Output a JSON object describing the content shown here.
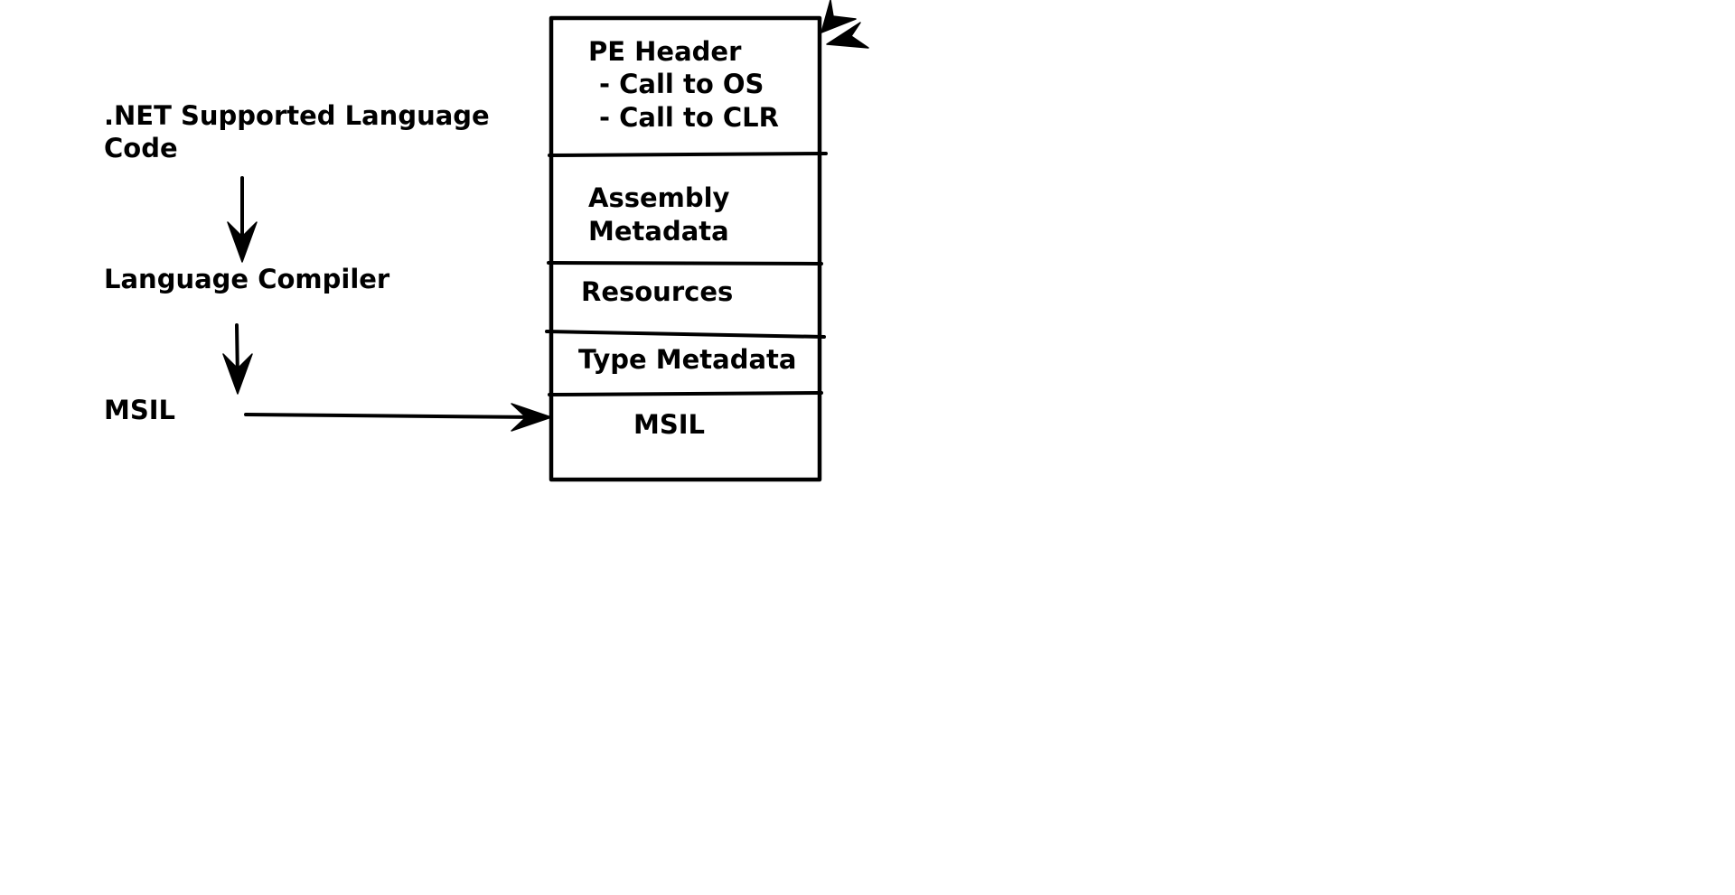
{
  "flow": {
    "source_line1": ".NET Supported Language",
    "source_line2": "Code",
    "compiler": "Language Compiler",
    "output": "MSIL"
  },
  "pe_file": {
    "header_title": "PE Header",
    "header_item1": "- Call to OS",
    "header_item2": "- Call to CLR",
    "assembly_line1": "Assembly",
    "assembly_line2": "Metadata",
    "resources": "Resources",
    "type_metadata": "Type Metadata",
    "msil": "MSIL"
  },
  "colors": {
    "ink": "#000000",
    "background": "#ffffff"
  }
}
